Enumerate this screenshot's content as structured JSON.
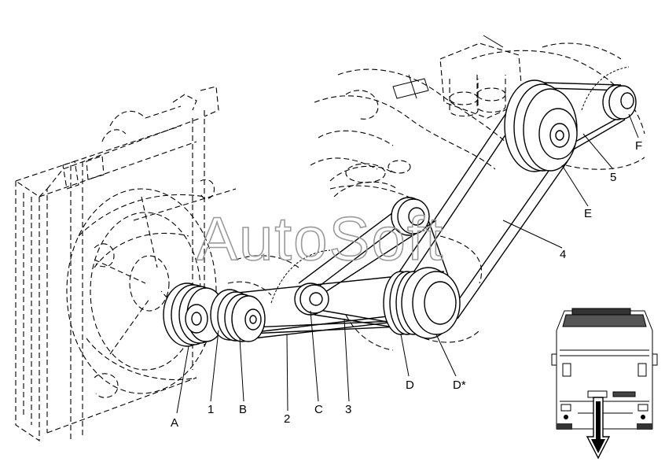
{
  "watermark": "AutoSoft",
  "labels": {
    "A": "A",
    "n1": "1",
    "B": "B",
    "n2": "2",
    "C": "C",
    "n3": "3",
    "D": "D",
    "Dstar": "D*",
    "E": "E",
    "n4": "4",
    "n5": "5",
    "F": "F"
  },
  "inset": {
    "plate_text": "",
    "brand_text": ""
  }
}
